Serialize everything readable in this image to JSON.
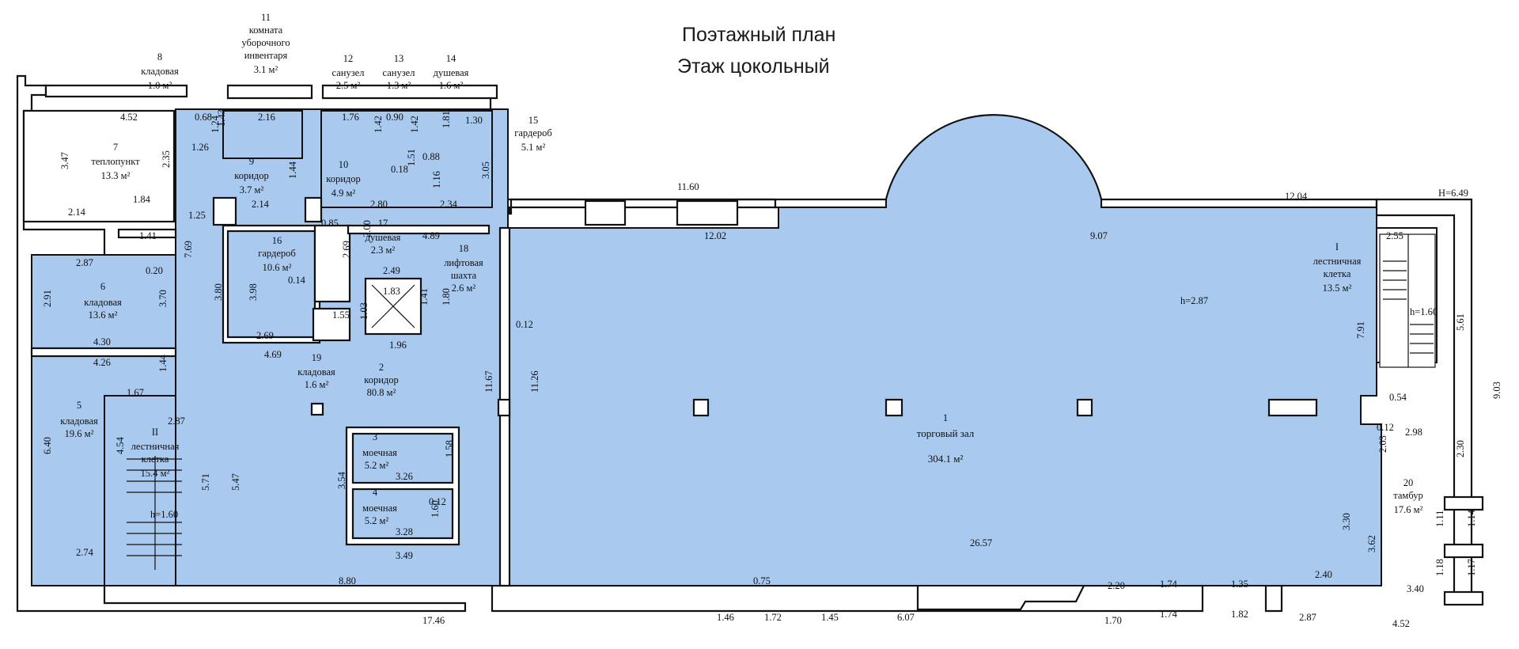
{
  "title": {
    "line1": "Поэтажный план",
    "line2": "Этаж цокольный"
  },
  "rooms": [
    {
      "num": "1",
      "name": "торговый зал",
      "area": "304.1 м²"
    },
    {
      "num": "2",
      "name": "коридор",
      "area": "80.8 м²"
    },
    {
      "num": "3",
      "name": "моечная",
      "area": "5.2 м²"
    },
    {
      "num": "4",
      "name": "моечная",
      "area": "5.2 м²"
    },
    {
      "num": "5",
      "name": "кладовая",
      "area": "19.6 м²"
    },
    {
      "num": "6",
      "name": "кладовая",
      "area": "13.6 м²"
    },
    {
      "num": "7",
      "name": "теплопункт",
      "area": "13.3 м²"
    },
    {
      "num": "8",
      "name": "кладовая",
      "area": "1.0 м²"
    },
    {
      "num": "9",
      "name": "коридор",
      "area": "3.7 м²"
    },
    {
      "num": "10",
      "name": "коридор",
      "area": "4.9 м²"
    },
    {
      "num": "11",
      "name": "комната уборочного инвентаря",
      "area": "3.1 м²"
    },
    {
      "num": "12",
      "name": "санузел",
      "area": "2.5 м²"
    },
    {
      "num": "13",
      "name": "санузел",
      "area": "1.3 м²"
    },
    {
      "num": "14",
      "name": "душевая",
      "area": "1.6 м²"
    },
    {
      "num": "15",
      "name": "гардероб",
      "area": "5.1 м²"
    },
    {
      "num": "16",
      "name": "гардероб",
      "area": "10.6 м²"
    },
    {
      "num": "17",
      "name": "душевая",
      "area": "2.3 м²"
    },
    {
      "num": "18",
      "name": "лифтовая шахта",
      "area": "2.6 м²"
    },
    {
      "num": "19",
      "name": "кладовая",
      "area": "1.6 м²"
    },
    {
      "num": "20",
      "name": "тамбур",
      "area": "17.6 м²"
    },
    {
      "num": "I",
      "name": "лестничная клетка",
      "area": "13.5 м²"
    },
    {
      "num": "II",
      "name": "лестничная клетка",
      "area": "15.4 м²"
    }
  ],
  "heights": {
    "main": "h=2.87",
    "roof": "H=6.49",
    "stair1": "h=1.60",
    "stair2": "h=1.60"
  },
  "dimensions": [
    "4.52",
    "0.68",
    "1.24",
    "1.26",
    "3.47",
    "2.35",
    "2.14",
    "1.84",
    "1.43",
    "2.16",
    "1.76",
    "1.42",
    "0.90",
    "1.42",
    "1.81",
    "1.30",
    "0.88",
    "0.18",
    "1.51",
    "1.16",
    "3.05",
    "2.34",
    "2.80",
    "1.44",
    "2.14",
    "1.25",
    "11.60",
    "12.04",
    "12.02",
    "9.07",
    "2.55",
    "1.41",
    "2.87",
    "0.20",
    "7.69",
    "3.70",
    "2.91",
    "4.30",
    "4.26",
    "1.44",
    "1.67",
    "0.85",
    "2.00",
    "4.89",
    "2.69",
    "2.49",
    "0.14",
    "3.80",
    "3.98",
    "1.83",
    "1.41",
    "1.80",
    "1.55",
    "1.03",
    "2.69",
    "1.96",
    "4.69",
    "0.12",
    "11.67",
    "11.26",
    "7.91",
    "5.61",
    "9.03",
    "0.54",
    "0.12",
    "2.98",
    "2.03",
    "2.30",
    "1.11",
    "1.14",
    "3.30",
    "3.62",
    "2.40",
    "3.40",
    "1.18",
    "1.17",
    "26.57",
    "2.87",
    "6.40",
    "4.54",
    "5.71",
    "5.47",
    "2.74",
    "1.58",
    "3.26",
    "3.54",
    "0.12",
    "1.60",
    "3.28",
    "3.49",
    "8.80",
    "17.46",
    "0.75",
    "1.46",
    "1.72",
    "1.45",
    "6.07",
    "2.20",
    "1.74",
    "1.35",
    "1.70",
    "1.74",
    "1.82",
    "2.87",
    "4.52"
  ]
}
